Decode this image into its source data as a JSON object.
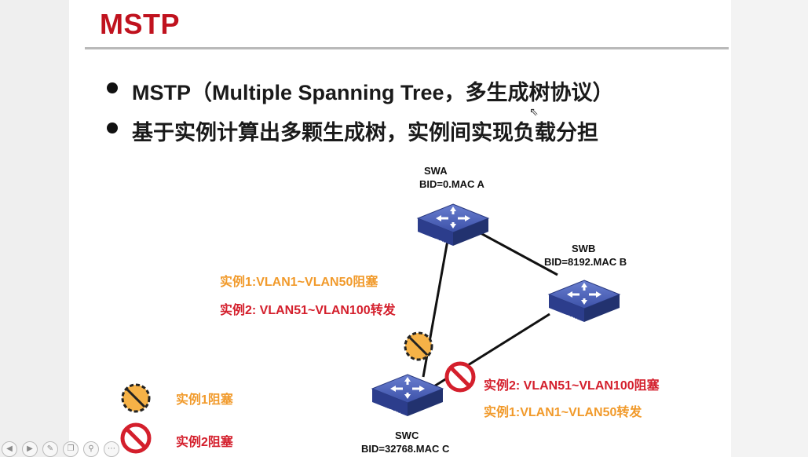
{
  "slide": {
    "title": "MSTP",
    "bullets": [
      "MSTP（Multiple Spanning Tree，多生成树协议）",
      "基于实例计算出多颗生成树，实例间实现负载分担"
    ]
  },
  "diagram": {
    "swa": {
      "name": "SWA",
      "bid": "BID=0.MAC A",
      "badge": "SWITCH"
    },
    "swb": {
      "name": "SWB",
      "bid": "BID=8192.MAC B",
      "badge": "SWITCH"
    },
    "swc": {
      "name": "SWC",
      "bid": "BID=32768.MAC C",
      "badge": "SWITCH"
    },
    "left_annotation": {
      "line1": "实例1:VLAN1~VLAN50阻塞",
      "line2": "实例2: VLAN51~VLAN100转发"
    },
    "right_annotation": {
      "line1": "实例2: VLAN51~VLAN100阻塞",
      "line2": "实例1:VLAN1~VLAN50转发"
    }
  },
  "legend": {
    "instance1": "实例1阻塞",
    "instance2": "实例2阻塞"
  },
  "colors": {
    "title": "#c0121e",
    "orange": "#f19a2b",
    "red": "#d41f2c",
    "switch": "#3a4fa3"
  },
  "icons": [
    "block-orange-icon",
    "block-red-icon",
    "switch-icon",
    "cursor-icon"
  ]
}
